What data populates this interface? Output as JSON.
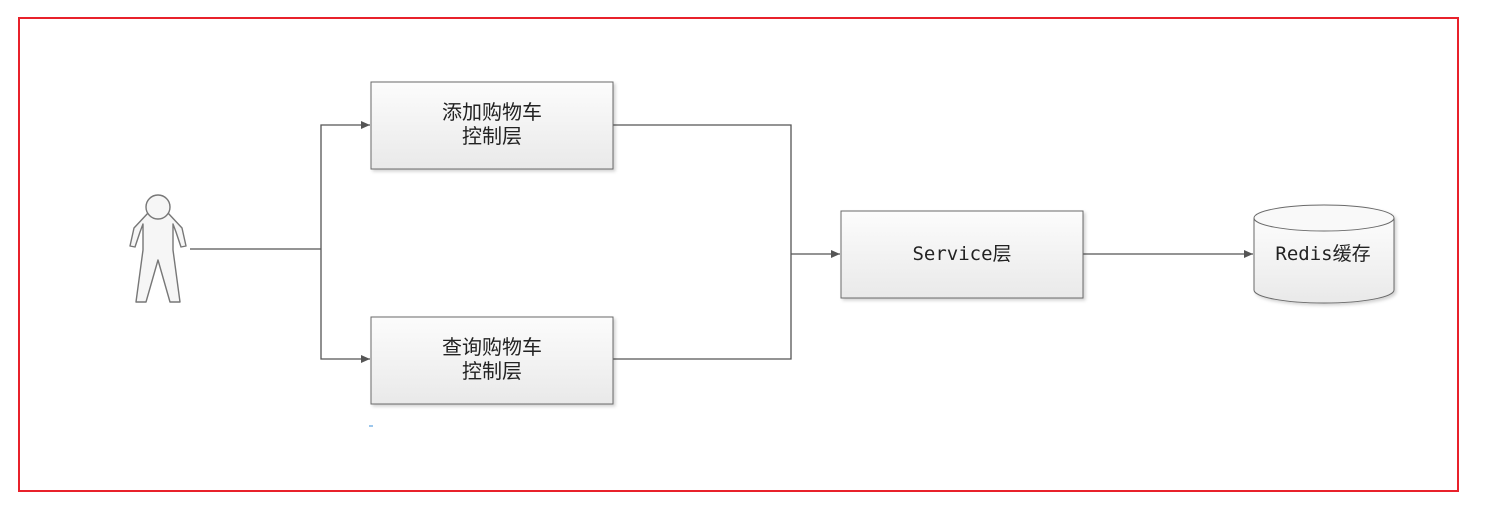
{
  "colors": {
    "frame": "#e8212b",
    "box_top": "#fcfcfc",
    "box_bottom": "#e9e9e9",
    "box_border": "#6a6a6a",
    "line": "#555555"
  },
  "nodes": {
    "user": {
      "icon": "user-icon"
    },
    "add_cart": {
      "line1": "添加购物车",
      "line2": "控制层"
    },
    "query_cart": {
      "line1": "查询购物车",
      "line2": "控制层"
    },
    "service": {
      "label": "Service层"
    },
    "redis": {
      "label": "Redis缓存",
      "icon": "database-cylinder-icon"
    }
  },
  "edges": [
    {
      "from": "user",
      "to": "add_cart"
    },
    {
      "from": "user",
      "to": "query_cart"
    },
    {
      "from": "add_cart",
      "to": "service"
    },
    {
      "from": "query_cart",
      "to": "service"
    },
    {
      "from": "service",
      "to": "redis"
    }
  ]
}
